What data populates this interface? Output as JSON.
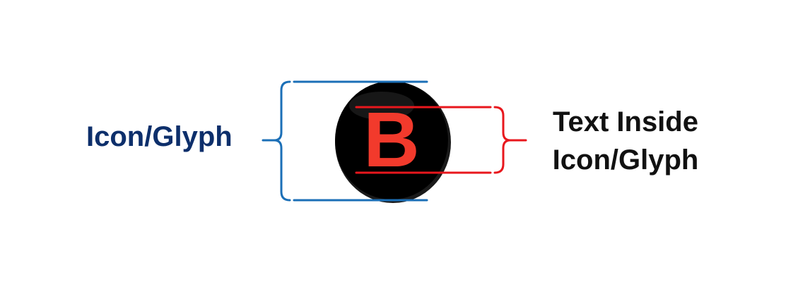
{
  "labels": {
    "left": "Icon/Glyph",
    "right_line1": "Text Inside",
    "right_line2": "Icon/Glyph"
  },
  "glyph": {
    "letter": "B",
    "background_color": "#000000",
    "letter_color": "#f23a2c"
  },
  "colors": {
    "outer_bracket": "#1b6fb7",
    "inner_bracket": "#e8171d",
    "left_label": "#0d2f6b",
    "right_label": "#111111"
  }
}
